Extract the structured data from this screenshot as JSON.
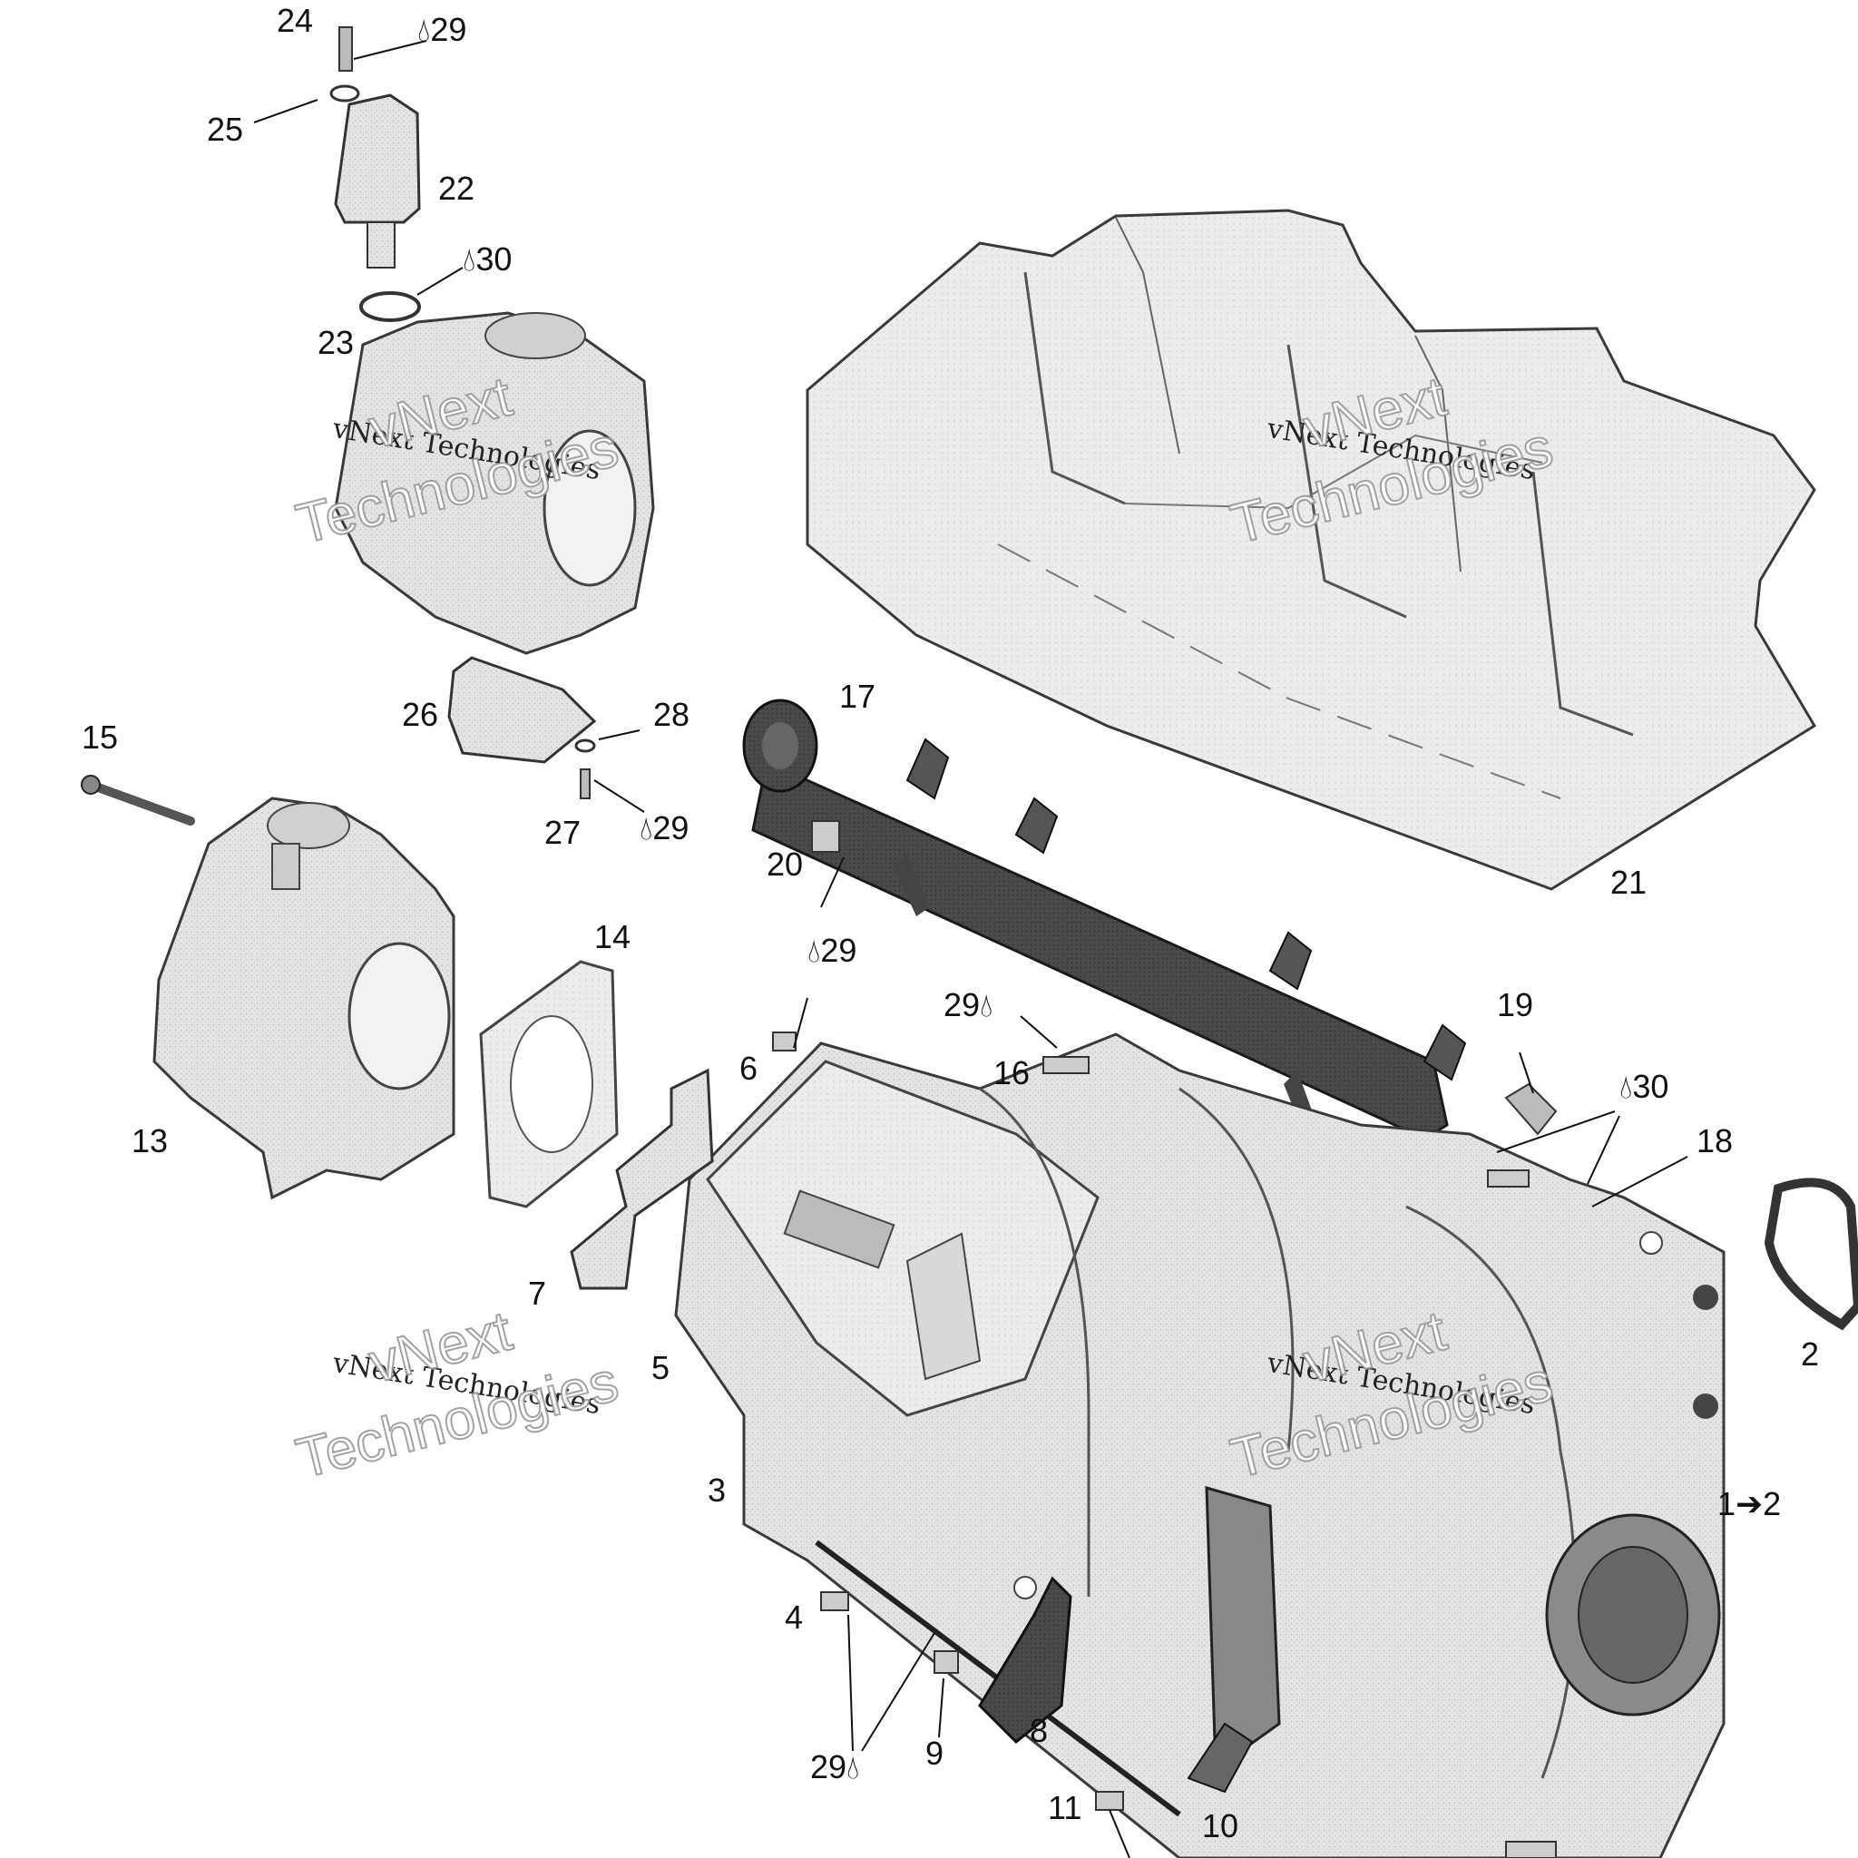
{
  "diagram": {
    "labels": {
      "l1": "1➔2",
      "l2": "2",
      "l3": "3",
      "l4": "4",
      "l5": "5",
      "l6": "6",
      "l7": "7",
      "l8": "8",
      "l9": "9",
      "l10": "10",
      "l11": "11",
      "l13": "13",
      "l14": "14",
      "l15": "15",
      "l16": "16",
      "l17": "17",
      "l18": "18",
      "l19": "19",
      "l20": "20",
      "l21": "21",
      "l22": "22",
      "l23": "23",
      "l24": "24",
      "l25": "25",
      "l26": "26",
      "l27": "27",
      "l28": "28",
      "drop29a": "29",
      "drop30a": "30",
      "drop29b": "29",
      "drop29c": "29",
      "drop29d": "29",
      "drop30b": "30",
      "drop29e": "29"
    },
    "watermark": {
      "line1": "vNext Technologies",
      "line2": "vNext",
      "line3": "Technologies"
    },
    "colors": {
      "part_fill": "#e6e6e6",
      "part_stroke": "#3a3a3a",
      "dark_part": "#3c3c3c",
      "leader": "#111111"
    },
    "icons": [
      "oil-drop-icon",
      "arrow-right-icon"
    ]
  }
}
